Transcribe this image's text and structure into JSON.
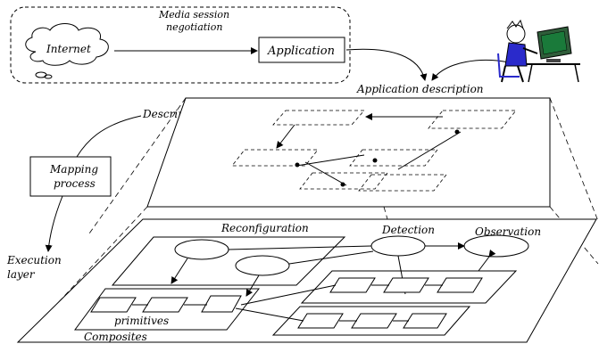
{
  "labels": {
    "internet": "Internet",
    "media_session_line1": "Media session",
    "media_session_line2": "negotiation",
    "application": "Application",
    "application_description": "Application description",
    "description_layer": "Description layer",
    "mapping_process_line1": "Mapping",
    "mapping_process_line2": "process",
    "execution_layer_line1": "Execution",
    "execution_layer_line2": "layer",
    "reconfiguration": "Reconfiguration",
    "detection": "Detection",
    "observation": "Observation",
    "primitives": "primitives",
    "composites": "Composites"
  },
  "icons": {
    "user_at_computer": "user-at-computer-icon",
    "internet_cloud": "cloud-icon"
  }
}
